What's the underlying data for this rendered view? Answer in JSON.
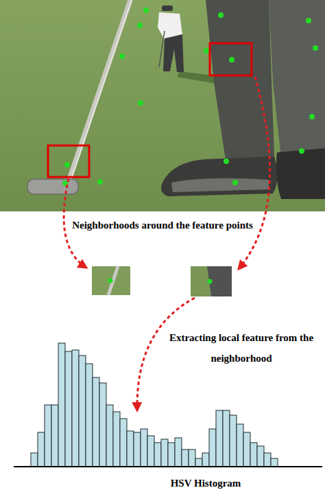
{
  "diagram": {
    "labels": [
      "Neighborhoods around the feature points",
      "Extracting local feature from the neighborhood",
      "HSV Histogram"
    ]
  }
}
